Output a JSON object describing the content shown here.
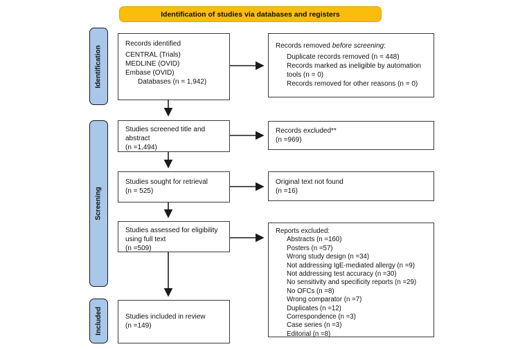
{
  "banner": {
    "label": "Identification of studies via databases and registers"
  },
  "colors": {
    "banner_bg": "#FBBD0B",
    "stage_bg": "#A8C7E9",
    "box_border": "#3a3a3a"
  },
  "stages": [
    {
      "label": "Identification"
    },
    {
      "label": "Screening"
    },
    {
      "label": "Included"
    }
  ],
  "flow": {
    "records_identified": {
      "title": "Records identified",
      "sources": [
        "CENTRAL (Trials)",
        "MEDLINE (OVID)",
        "Embase (OVID)"
      ],
      "databases": "Databases (n = 1,942)"
    },
    "screened": {
      "label": "Studies screened title and abstract",
      "count": "(n =1,494)"
    },
    "retrieval": {
      "label": "Studies sought for retrieval",
      "count": "(n = 525)"
    },
    "eligibility": {
      "label": "Studies assessed for eligibility using full text",
      "count": "(n =509)"
    },
    "included": {
      "label": "Studies included in review",
      "count": "(n =149)"
    }
  },
  "exclusions": {
    "before_screening": {
      "title_prefix": "Records removed ",
      "title_italic": "before screening",
      "title_suffix": ":",
      "items": [
        "Duplicate records removed (n = 448)",
        "Records marked as ineligible by automation tools (n = 0)",
        "Records removed for other reasons (n = 0)"
      ]
    },
    "records_excluded": {
      "label": "Records excluded**",
      "count": "(n =969)"
    },
    "not_found": {
      "label": "Original text not found",
      "count": "(n =16)"
    },
    "reports_excluded": {
      "title": "Reports excluded:",
      "items": [
        "Abstracts (n =160)",
        "Posters (n =57)",
        "Wrong study design (n =34)",
        "Not addressing IgE-mediated allergy (n =9)",
        "Not addressing test accuracy (n =30)",
        "No sensitivity and specificity reports (n =29)",
        "No OFCs (n =8)",
        "Wrong comparator (n =7)",
        "Duplicates (n =12)",
        "Correspondence (n =3)",
        "Case series (n =3)",
        "Editorial (n =8)"
      ]
    }
  }
}
